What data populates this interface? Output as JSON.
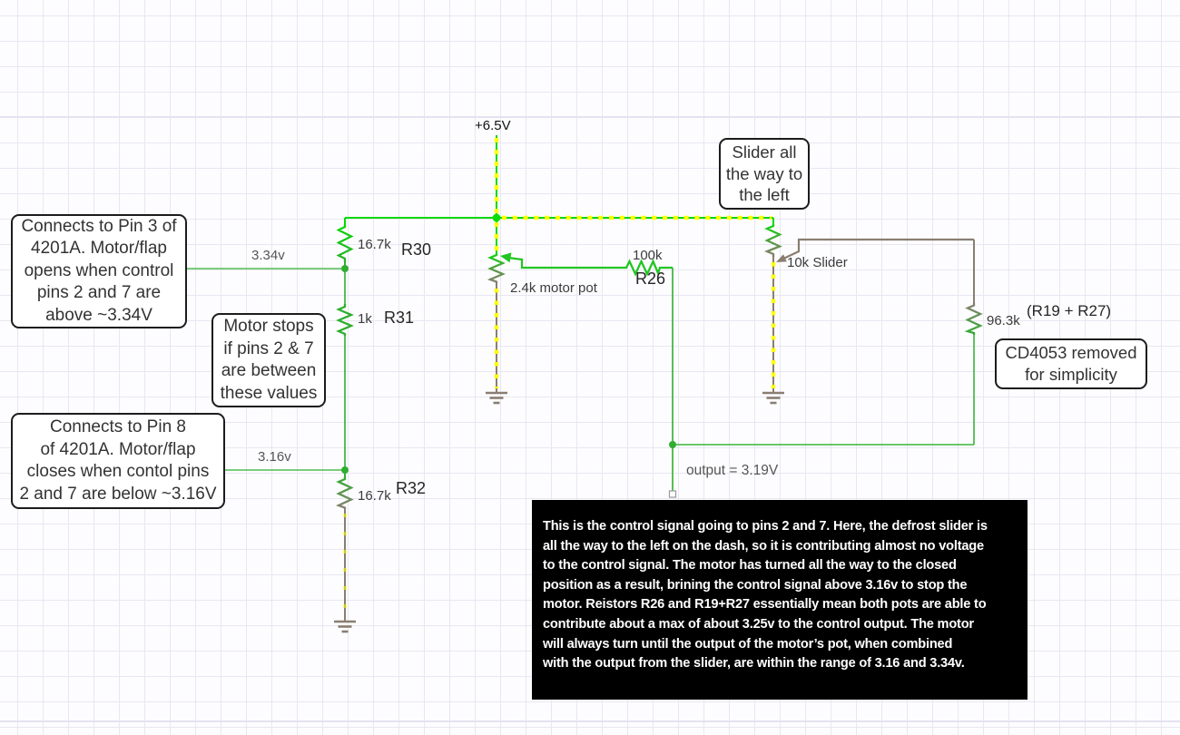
{
  "app": {
    "kind": "circuit-simulator-schematic"
  },
  "colors": {
    "wire_hot": "#04d904",
    "wire_mid": "#2fae2f",
    "wire_gnd": "#8a7e72",
    "current_dot": "#ffff00",
    "note_bg": "#000000",
    "note_text": "#ffffff",
    "grid": "#e8e7f2"
  },
  "supply": {
    "label": "+6.5V"
  },
  "components": {
    "r30": {
      "value": "16.7k",
      "name": "R30"
    },
    "r31": {
      "value": "1k",
      "name": "R31"
    },
    "r32": {
      "value": "16.7k",
      "name": "R32"
    },
    "r26": {
      "value": "100k",
      "name": "R26"
    },
    "motor_pot": {
      "value": "2.4k motor pot"
    },
    "slider_pot": {
      "value": "10k Slider"
    },
    "r19_r27": {
      "value": "96.3k",
      "name": "(R19 + R27)"
    }
  },
  "nodes": {
    "open_threshold": "3.34v",
    "close_threshold": "3.16v",
    "output": "output = 3.19V"
  },
  "boxes": {
    "pin3": {
      "lines": [
        "Connects to Pin 3 of",
        "4201A. Motor/flap",
        "opens when control",
        "pins 2 and 7 are",
        "above ~3.34V"
      ]
    },
    "motor_stops": {
      "lines": [
        "Motor stops",
        "if pins 2 & 7",
        "are between",
        "these values"
      ]
    },
    "pin8": {
      "lines": [
        "Connects to Pin 8",
        "of 4201A. Motor/flap",
        "closes when contol pins",
        "2 and 7 are below ~3.16V"
      ]
    },
    "slider_left": {
      "lines": [
        "Slider all",
        "the way to",
        "the left"
      ]
    },
    "cd4053": {
      "lines": [
        "CD4053 removed",
        "for simplicity"
      ]
    }
  },
  "note": {
    "lines": [
      "This is the control signal going to pins 2 and 7.  Here, the defrost slider is",
      "all the way to the left on the dash, so it is contributing almost no voltage",
      "to the control signal.  The motor has turned all the way to the closed",
      "position as a result, brining the control signal above 3.16v to stop the",
      "motor.  Reistors R26 and R19+R27 essentially mean both pots are able to",
      "contribute about a max of about 3.25v to the control output.  The motor",
      "will always turn until the output of the motor’s pot, when combined",
      "with the output from the slider, are within the range of 3.16 and 3.34v."
    ]
  }
}
